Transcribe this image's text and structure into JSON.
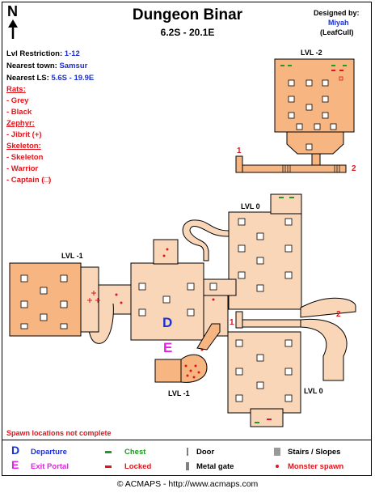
{
  "title": "Dungeon Binar",
  "coordinates": "6.2S - 20.1E",
  "compass": "N",
  "credits": {
    "designed_by": "Designed by:",
    "author": "Miyah",
    "handle": "(LeafCull)"
  },
  "info": {
    "level_label": "Lvl Restriction:",
    "level_value": "1-12",
    "town_label": "Nearest town:",
    "town_value": "Samsur",
    "ls_label": "Nearest LS:",
    "ls_value": "5.6S - 19.9E"
  },
  "monsters": [
    {
      "group": "Rats:",
      "members": [
        "- Grey",
        "- Black"
      ]
    },
    {
      "group": "Zephyr:",
      "members": [
        "- Jibrit (+)"
      ]
    },
    {
      "group": "Skeleton:",
      "members": [
        "- Skeleton",
        "- Warrior",
        "- Captain (□)"
      ]
    }
  ],
  "level_labels": {
    "lvl_minus2": "LVL -2",
    "lvl_0_top": "LVL 0",
    "lvl_minus1_left": "LVL -1",
    "lvl_minus1_bottom": "LVL -1",
    "lvl_0_bottom": "LVL 0"
  },
  "markers": {
    "one": "1",
    "two": "2",
    "departure": "D",
    "exit": "E"
  },
  "spawn_note": "Spawn locations not complete",
  "legend": {
    "departure": "Departure",
    "exit": "Exit Portal",
    "chest": "Chest",
    "locked": "Locked",
    "door": "Door",
    "metal_gate": "Metal gate",
    "stairs": "Stairs / Slopes",
    "spawn": "Monster spawn",
    "d_glyph": "D",
    "e_glyph": "E"
  },
  "copyright": "© ACMAPS - http://www.acmaps.com",
  "colors": {
    "light_floor": "#f9d6b8",
    "dark_floor": "#f7b582",
    "outline": "#000000",
    "chest": "#1f9b1f",
    "marker_red": "#e0151b",
    "departure_blue": "#1a2fd4",
    "exit_magenta": "#e81ee8"
  }
}
